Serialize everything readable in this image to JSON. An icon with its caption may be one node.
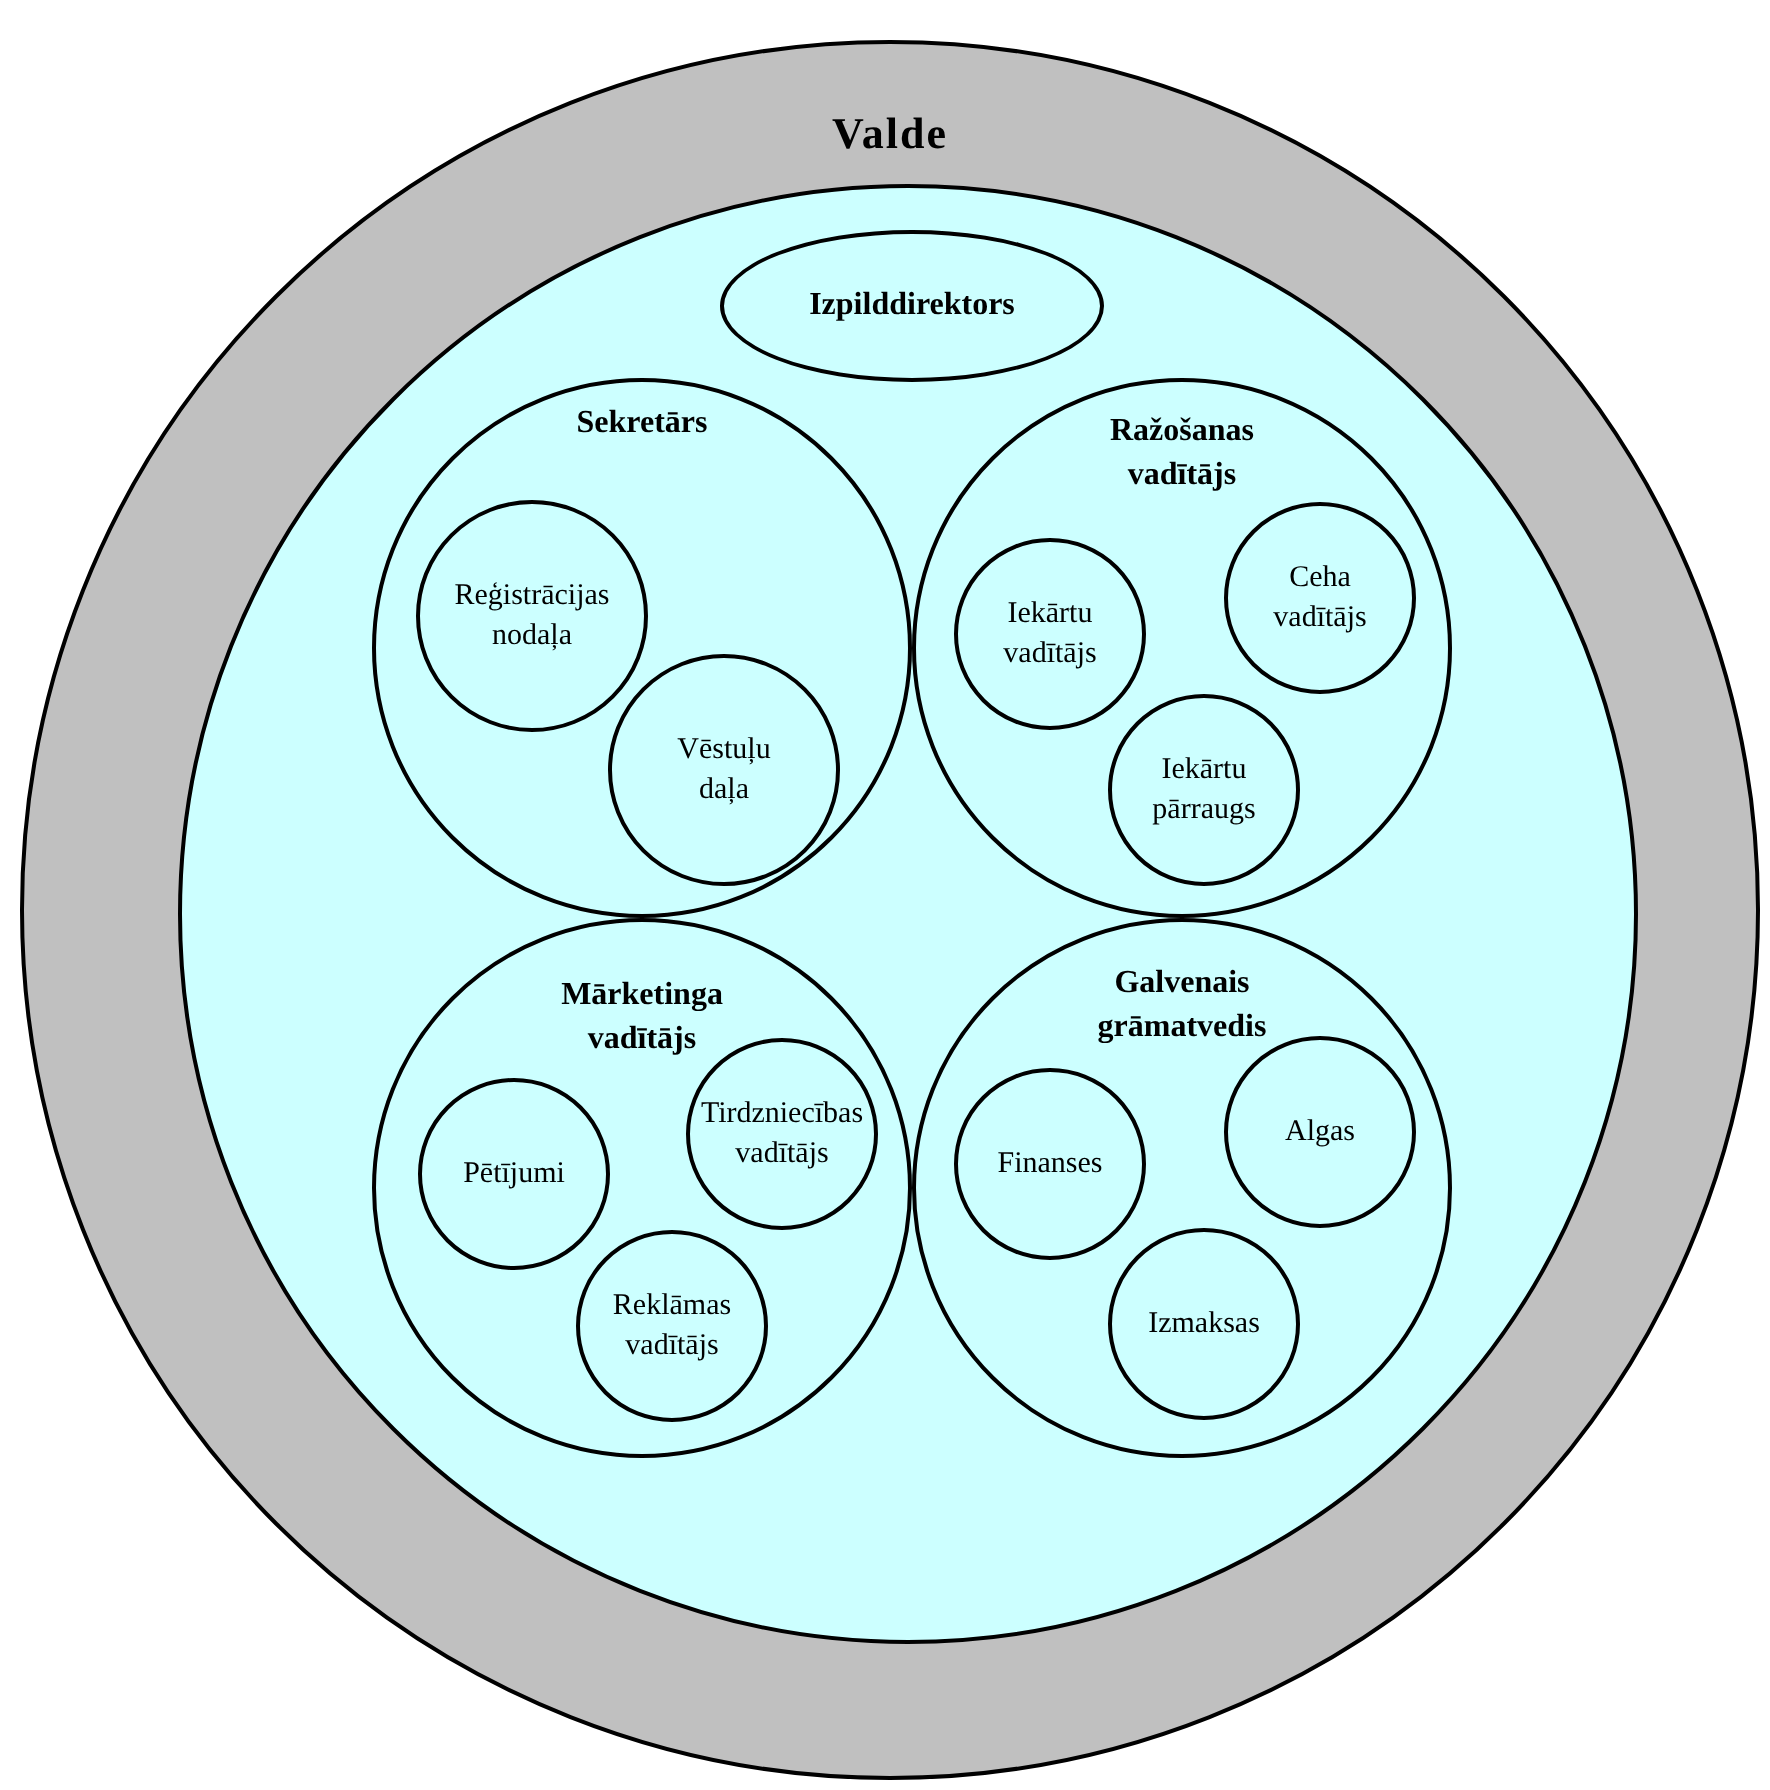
{
  "diagram": {
    "nodes": [
      {
        "text": [
          "Valde"
        ]
      },
      {
        "text": [],
        "shape": "circle",
        "in": 0
      },
      {
        "text": [
          "Izpilddirektors"
        ],
        "in": 1
      },
      {
        "text": [
          "Sekretārs"
        ],
        "in": 1
      },
      {
        "text": [
          "Reģistrācijas nodaļa"
        ],
        "in": 3
      },
      {
        "text": [
          "Vēstuļu daļa"
        ],
        "in": 3
      },
      {
        "text": [
          "Ražošanas vadītājs"
        ],
        "in": 1
      },
      {
        "text": [
          "Iekārtu vadītājs"
        ],
        "in": 6
      },
      {
        "text": [
          "Ceha vadītājs"
        ],
        "in": 6
      },
      {
        "text": [
          "Iekārtu pārraugs"
        ],
        "in": 6
      },
      {
        "text": [
          "Mārketinga vadītājs"
        ],
        "in": 1
      },
      {
        "text": [
          "Pētījumi"
        ],
        "in": 10
      },
      {
        "text": [
          "Tirdzniecības vadītājs"
        ],
        "in": 10
      },
      {
        "text": [
          "Reklāmas vadītājs"
        ],
        "in": 10
      },
      {
        "text": [
          "Galvenais grāmatvedis"
        ],
        "in": 1
      },
      {
        "text": [
          "Finanses"
        ],
        "in": 14
      },
      {
        "text": [
          "Algas"
        ],
        "in": 14
      },
      {
        "text": [
          "Izmaksas"
        ],
        "in": 14
      }
    ]
  }
}
